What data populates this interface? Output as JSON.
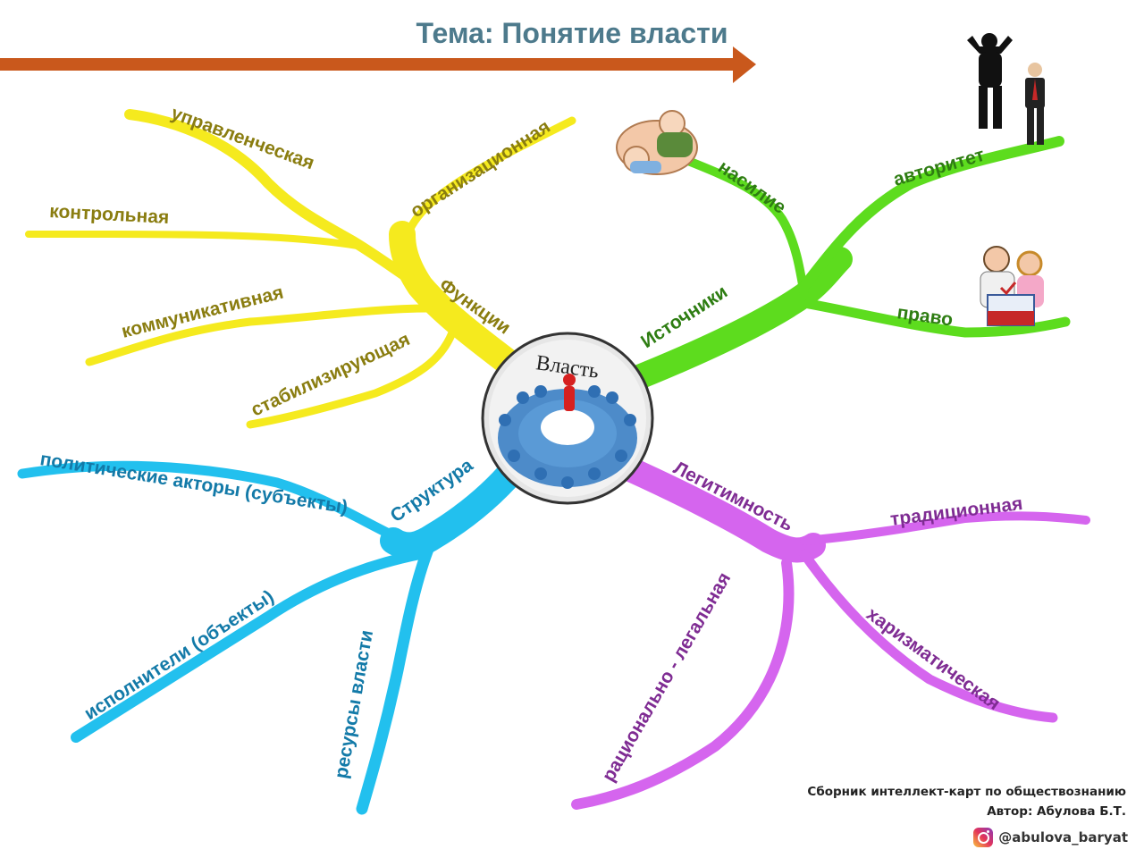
{
  "title": "Тема: Понятие власти",
  "center": {
    "label": "Власть"
  },
  "branches": {
    "functions": {
      "label": "Функции",
      "color": "#f5ea1e",
      "text_color": "#8a7d10",
      "items": [
        "управленческая",
        "контрольная",
        "организационная",
        "коммуникативная",
        "стабилизирующая"
      ]
    },
    "sources": {
      "label": "Источники",
      "color": "#5ddc1e",
      "text_color": "#2e7d12",
      "items": [
        "насилие",
        "авторитет",
        "право"
      ]
    },
    "structure": {
      "label": "Структура",
      "color": "#22c0ee",
      "text_color": "#137aa8",
      "items": [
        "политические акторы (субъекты)",
        "исполнители (объекты)",
        "ресурсы власти"
      ]
    },
    "legitimacy": {
      "label": "Легитимность",
      "color": "#d565ee",
      "text_color": "#7f2c93",
      "items": [
        "традиционная",
        "харизматическая",
        "рационально - легальная"
      ]
    }
  },
  "credits": {
    "line1": "Сборник интеллект-карт по обществознанию",
    "line2": "Автор: Абулова Б.Т.",
    "handle": "@abulova_baryat"
  },
  "colors": {
    "arrow": "#c9581c",
    "title": "#4d7a8c"
  }
}
